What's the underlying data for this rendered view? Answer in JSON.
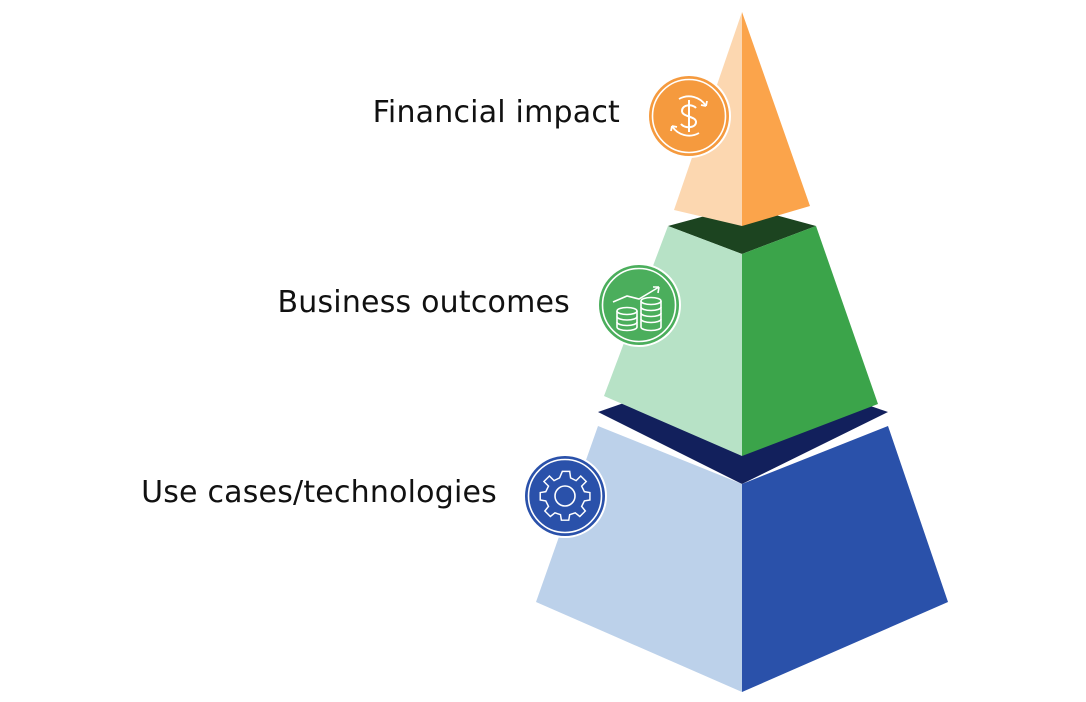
{
  "tiers": [
    {
      "label": "Financial impact",
      "icon": "dollar-cycle-icon",
      "colors": {
        "light": "#FCD7B0",
        "dark": "#FBA44B",
        "cap": "#F5A04A",
        "icon": "#F59A3E"
      }
    },
    {
      "label": "Business outcomes",
      "icon": "coins-growth-icon",
      "colors": {
        "light": "#B7E2C6",
        "dark": "#3BA44A",
        "cap": "#1C4420",
        "icon": "#4BAE5C"
      }
    },
    {
      "label": "Use cases/technologies",
      "icon": "gear-icon",
      "colors": {
        "light": "#BCD1EA",
        "dark": "#2A51AA",
        "cap": "#12205C",
        "icon": "#2A51AA"
      }
    }
  ]
}
